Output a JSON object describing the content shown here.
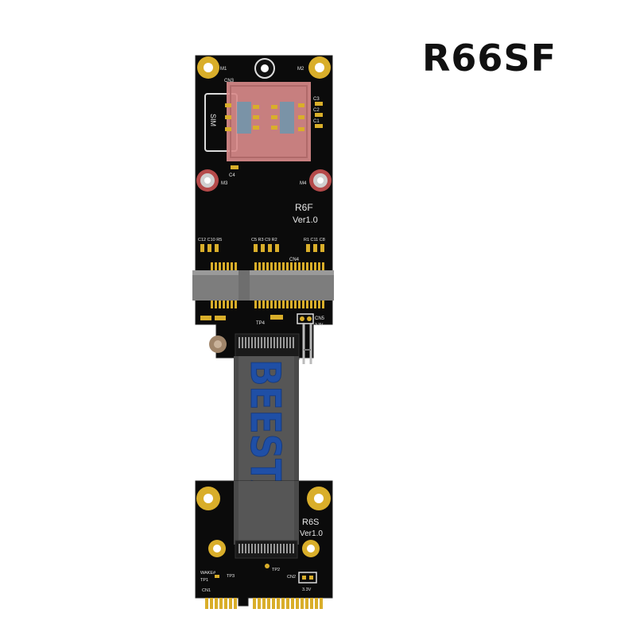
{
  "product": {
    "model": "R66SF"
  },
  "colors": {
    "pcb": "#0b0b0b",
    "gold": "#d9ae2a",
    "sim_tray": "#d88a8a",
    "slot": "#7d7d7d",
    "cable": "#565656",
    "brand_blue": "#1f4fa6",
    "mount_red": "#b54a4a"
  },
  "top_board": {
    "board_name": "R6F",
    "version": "Ver1.0",
    "labels": {
      "m1": "M1",
      "m2": "M2",
      "m3": "M3",
      "m4": "M4",
      "cn3": "CN3",
      "cn4": "CN4",
      "cn5": "CN5",
      "sim": "SIM",
      "c1": "C1",
      "c2": "C2",
      "c3": "C3",
      "c4": "C4",
      "tp4": "TP4",
      "v33": "3.3V",
      "row_left": "C12 C10  R5",
      "row_mid": "C5 R3 C9 R2",
      "row_right": "R1 C11 C8"
    }
  },
  "cable": {
    "brand": "BEESTAR"
  },
  "bottom_board": {
    "board_name": "R6S",
    "version": "Ver1.0",
    "labels": {
      "cn1": "CN1",
      "cn2": "CN2",
      "tp1": "TP1",
      "tp2": "TP2",
      "tp3": "TP3",
      "wake": "WAKE#",
      "v33": "3.3V"
    }
  }
}
